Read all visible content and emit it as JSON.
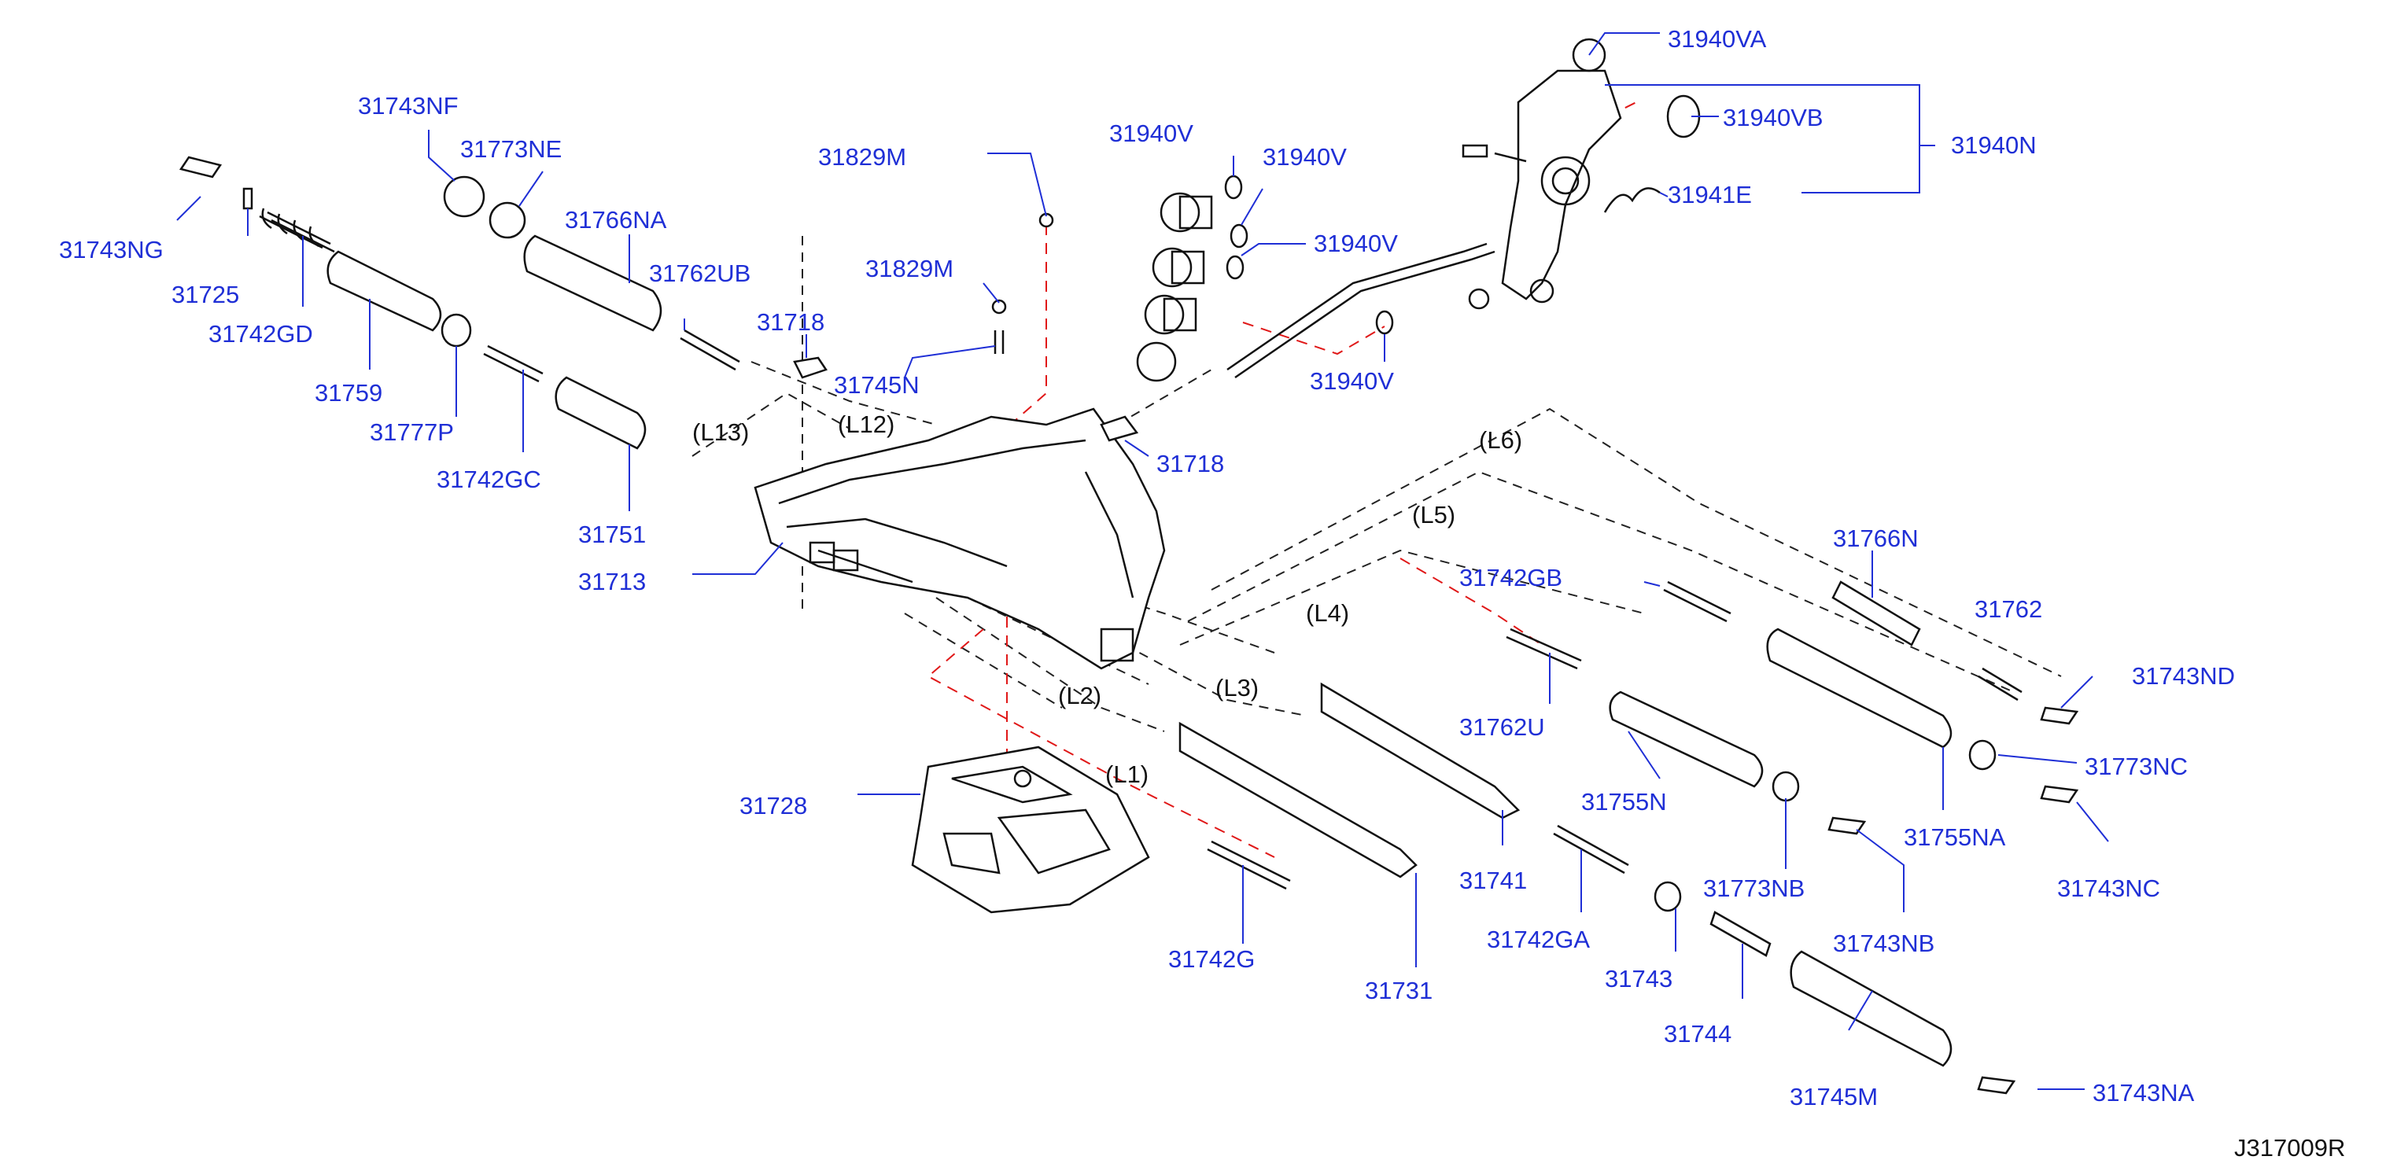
{
  "diagram_id": "J317009R",
  "labels": {
    "l_31940VA": "31940VA",
    "l_31940VB": "31940VB",
    "l_31940N": "31940N",
    "l_31941E": "31941E",
    "l_31940V_a": "31940V",
    "l_31940V_b": "31940V",
    "l_31940V_c": "31940V",
    "l_31940V_d": "31940V",
    "l_31743NF": "31743NF",
    "l_31773NE": "31773NE",
    "l_31766NA": "31766NA",
    "l_31743NG": "31743NG",
    "l_31725": "31725",
    "l_31742GD": "31742GD",
    "l_31759": "31759",
    "l_31777P": "31777P",
    "l_31742GC": "31742GC",
    "l_31751": "31751",
    "l_31713": "31713",
    "l_31762UB": "31762UB",
    "l_31718_a": "31718",
    "l_31718_b": "31718",
    "l_31745N": "31745N",
    "l_31829M_a": "31829M",
    "l_31829M_b": "31829M",
    "l_31728": "31728",
    "l_31742G": "31742G",
    "l_31731": "31731",
    "l_31741": "31741",
    "l_31762U": "31762U",
    "l_31742GB": "31742GB",
    "l_31742GA": "31742GA",
    "l_31755N": "31755N",
    "l_31773NB": "31773NB",
    "l_31743": "31743",
    "l_31744": "31744",
    "l_31745M": "31745M",
    "l_31743NB": "31743NB",
    "l_31755NA": "31755NA",
    "l_31766N": "31766N",
    "l_31762": "31762",
    "l_31743ND": "31743ND",
    "l_31773NC": "31773NC",
    "l_31743NC": "31743NC",
    "l_31743NA": "31743NA"
  },
  "bore_labels": {
    "L1": "(L1)",
    "L2": "(L2)",
    "L3": "(L3)",
    "L4": "(L4)",
    "L5": "(L5)",
    "L6": "(L6)",
    "L12": "(L12)",
    "L13": "(L13)"
  },
  "colors": {
    "label": "#1f2fd6",
    "leader": "#1f2fd6",
    "hidden_line": "#222222",
    "red_dash": "#e01818",
    "part": "#111111"
  }
}
